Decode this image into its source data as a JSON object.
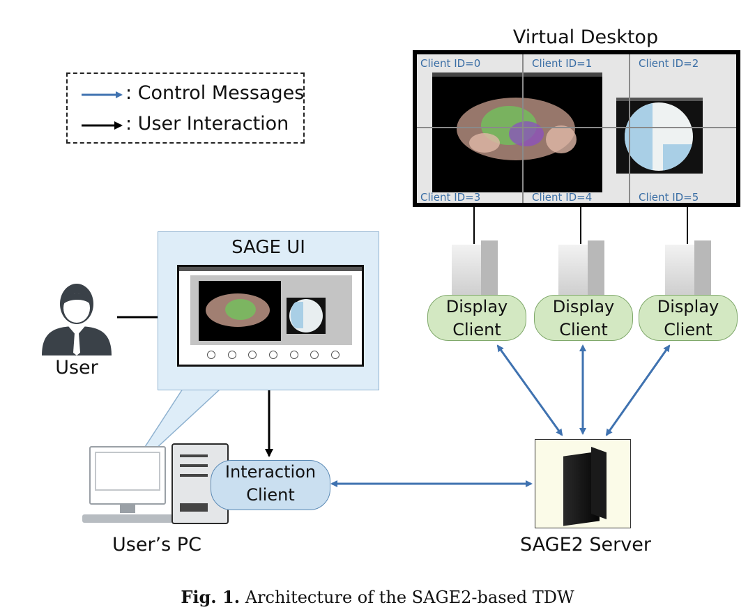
{
  "legend": {
    "control_label": ": Control Messages",
    "interaction_label": ": User Interaction",
    "control_color": "#3f72b0",
    "interaction_color": "#000000"
  },
  "virtual_desktop": {
    "title": "Virtual Desktop",
    "client_ids": [
      "Client ID=0",
      "Client ID=1",
      "Client ID=2",
      "Client ID=3",
      "Client ID=4",
      "Client ID=5"
    ]
  },
  "display_clients": [
    "Display\nClient",
    "Display\nClient",
    "Display\nClient"
  ],
  "sage_ui": {
    "title": "SAGE UI"
  },
  "user": {
    "label": "User"
  },
  "users_pc": {
    "label": "User’s PC"
  },
  "interaction_client": {
    "label": "Interaction\nClient"
  },
  "server": {
    "label": "SAGE2 Server"
  },
  "caption": {
    "prefix": "Fig. 1.",
    "text": "Architecture of the SAGE2-based TDW"
  }
}
